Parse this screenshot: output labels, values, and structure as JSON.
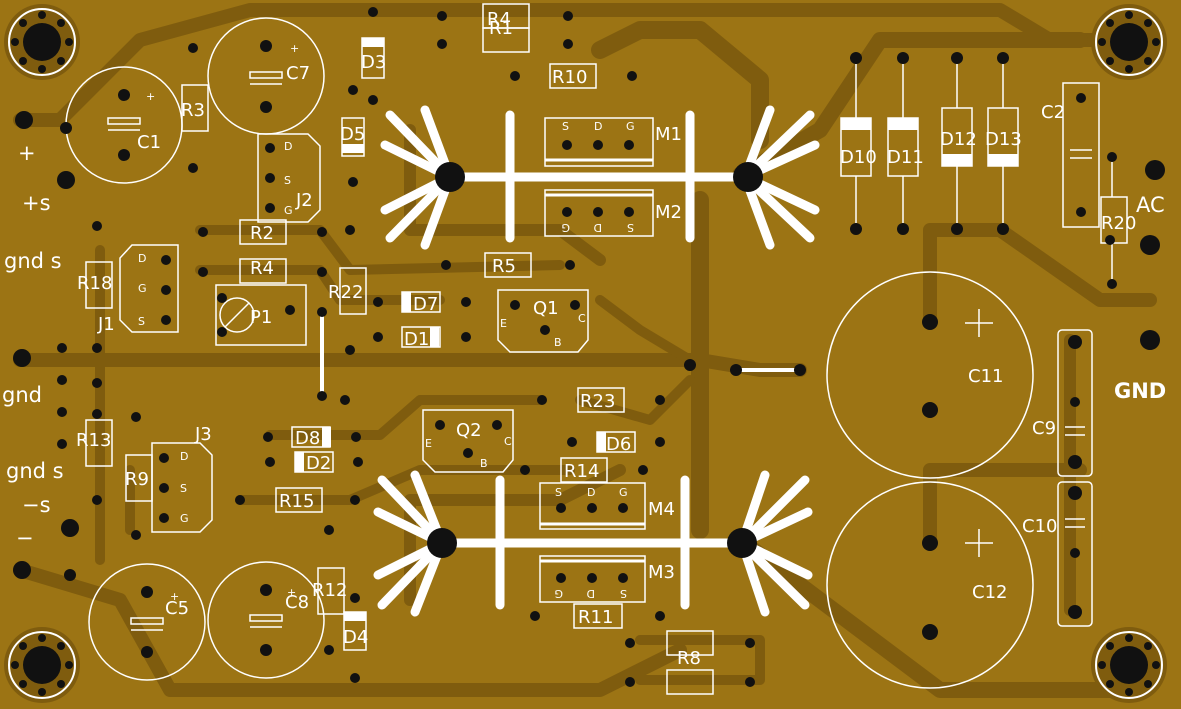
{
  "board": {
    "background": "#9c7414",
    "copper": "#7f5c0e",
    "silkscreen": "#ffffff",
    "pad": "#111111"
  },
  "edge_labels": {
    "plus": "+",
    "plus_s": "+s",
    "gnd_s_top": "gnd s",
    "gnd": "gnd",
    "gnd_s_bottom": "gnd s",
    "minus_s": "−s",
    "minus": "−",
    "ac": "AC",
    "gnd_big": "GND"
  },
  "components": {
    "C1": "C1",
    "C2": "C2",
    "C5": "C5",
    "C7": "C7",
    "C8": "C8",
    "C9": "C9",
    "C10": "C10",
    "C11": "C11",
    "C12": "C12",
    "R1": "R1",
    "R2": "R2",
    "R3": "R3",
    "R4": "R4",
    "R5": "R5",
    "R8": "R8",
    "R9": "R9",
    "R10": "R10",
    "R11": "R11",
    "R12": "R12",
    "R13": "R13",
    "R14": "R14",
    "R15": "R15",
    "R18": "R18",
    "R20": "R20",
    "R22": "R22",
    "R23": "R23",
    "D1": "D1",
    "D2": "D2",
    "D3": "D3",
    "D4": "D4",
    "D5": "D5",
    "D6": "D6",
    "D7": "D7",
    "D8": "D8",
    "D10": "D10",
    "D11": "D11",
    "D12": "D12",
    "D13": "D13",
    "Q1": "Q1",
    "Q2": "Q2",
    "M1": "M1",
    "M2": "M2",
    "M3": "M3",
    "M4": "M4",
    "J1": "J1",
    "J2": "J2",
    "J3": "J3",
    "P1": "P1"
  },
  "pin_labels": {
    "S": "S",
    "D": "D",
    "G": "G",
    "E": "E",
    "B": "B",
    "C": "C",
    "plus": "+"
  }
}
